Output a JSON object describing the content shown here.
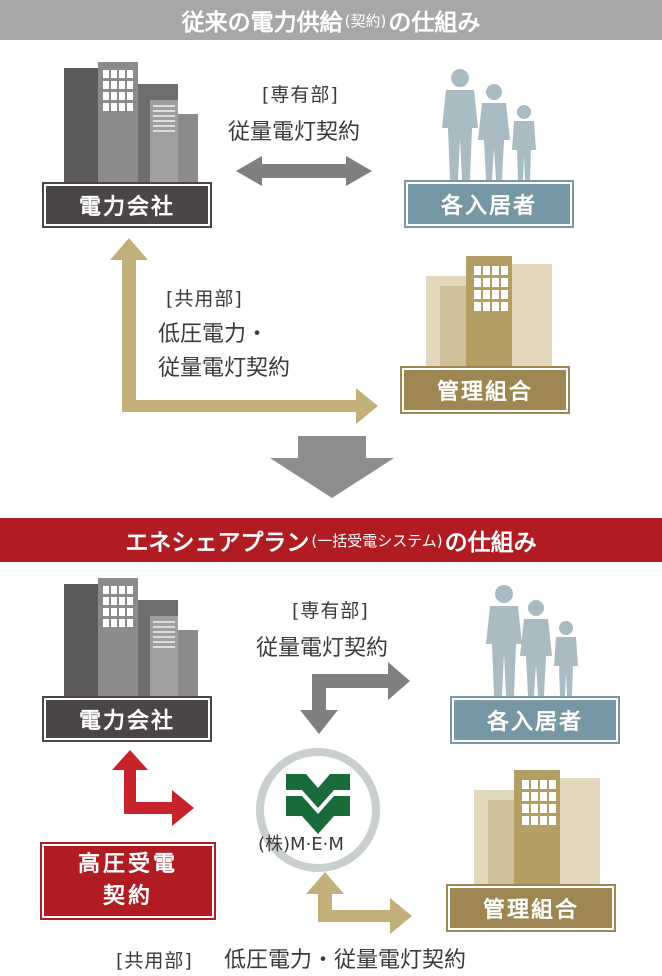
{
  "section1": {
    "title_main": "従来の電力供給",
    "title_paren": "(契約)",
    "title_tail": "の仕組み",
    "power_company": "電力会社",
    "residents": "各入居者",
    "management_union": "管理組合",
    "private_tag": "[専有部]",
    "private_contract": "従量電灯契約",
    "common_tag": "[共用部]",
    "common_contract_line1": "低圧電力・",
    "common_contract_line2": "従量電灯契約"
  },
  "section2": {
    "title_main": "エネシェアプラン",
    "title_paren": "(一括受電システム)",
    "title_tail": "の仕組み",
    "power_company": "電力会社",
    "residents": "各入居者",
    "management_union": "管理組合",
    "private_tag": "[専有部]",
    "private_contract": "従量電灯契約",
    "high_voltage_line1": "高圧受電",
    "high_voltage_line2": "契約",
    "mem_label": "(株)M·E·M",
    "common_tag": "[共用部]",
    "common_contract": "低圧電力・従量電灯契約"
  },
  "colors": {
    "banner_gray": "#a7a7a7",
    "banner_red": "#b01c22",
    "dark_box": "#4a4645",
    "blue_box": "#7897a4",
    "gold_box": "#9d8651",
    "gold_arrow": "#c1b07a",
    "gray_arrow": "#807e7e",
    "red_arrow": "#c8232a",
    "mem_green": "#1a6b3a"
  }
}
